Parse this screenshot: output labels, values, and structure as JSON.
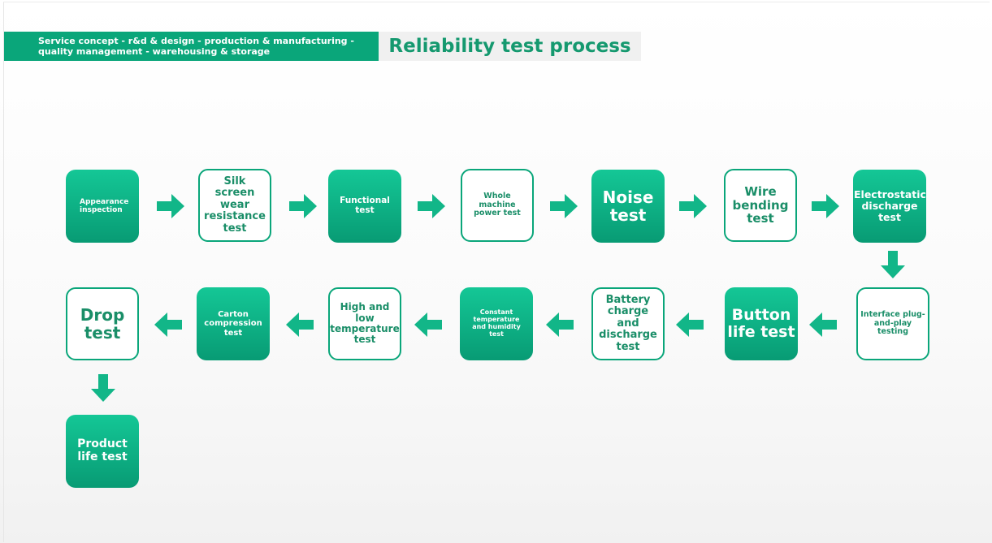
{
  "header": {
    "breadcrumb": "Service concept - r&d & design - production & manufacturing - quality management - warehousing & storage",
    "title": "Reliability test process"
  },
  "colors": {
    "accent": "#0aa67a",
    "accent_light": "#14c796",
    "title_text": "#15996f",
    "title_bg": "#f0f0f0"
  },
  "steps": [
    {
      "label": "Appearance inspection",
      "style": "filled"
    },
    {
      "label": "Silk screen wear resistance test",
      "style": "outline"
    },
    {
      "label": "Functional test",
      "style": "filled"
    },
    {
      "label": "Whole machine power test",
      "style": "outline"
    },
    {
      "label": "Noise test",
      "style": "filled"
    },
    {
      "label": "Wire bending test",
      "style": "outline"
    },
    {
      "label": "Electrostatic discharge test",
      "style": "filled"
    },
    {
      "label": "Interface plug-and-play testing",
      "style": "outline"
    },
    {
      "label": "Button life test",
      "style": "filled"
    },
    {
      "label": "Battery charge and discharge test",
      "style": "outline"
    },
    {
      "label": "Constant temperature and humidity test",
      "style": "filled"
    },
    {
      "label": "High and low temperature test",
      "style": "outline"
    },
    {
      "label": "Carton compression test",
      "style": "filled"
    },
    {
      "label": "Drop test",
      "style": "outline"
    },
    {
      "label": "Product life test",
      "style": "filled"
    }
  ]
}
